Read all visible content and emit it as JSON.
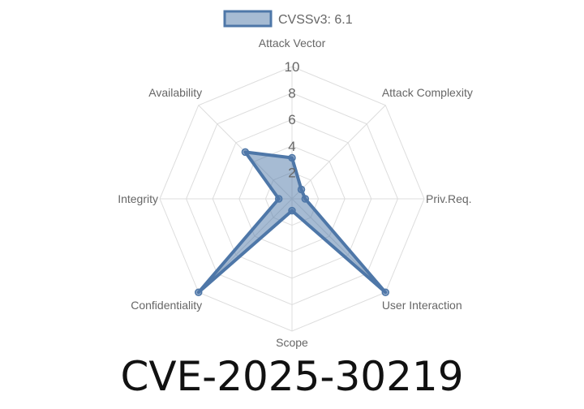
{
  "chart_data": {
    "type": "radar",
    "legend": {
      "label": "CVSSv3: 6.1",
      "placement": "top"
    },
    "axes": [
      "Attack Vector",
      "Attack Complexity",
      "Priv.Req.",
      "User Interaction",
      "Scope",
      "Confidentiality",
      "Integrity",
      "Availability"
    ],
    "series": [
      {
        "name": "CVSSv3: 6.1",
        "values": [
          3.1,
          1.0,
          1.0,
          10,
          0.9,
          10,
          1.0,
          5.0
        ]
      }
    ],
    "ticks": [
      "2",
      "4",
      "6",
      "8",
      "10"
    ],
    "range": [
      0,
      10
    ],
    "colors": {
      "line": "#4e77a8",
      "fill": "rgba(78,119,168,0.5)",
      "grid": "#dddddd"
    }
  },
  "title": "CVE-2025-30219"
}
